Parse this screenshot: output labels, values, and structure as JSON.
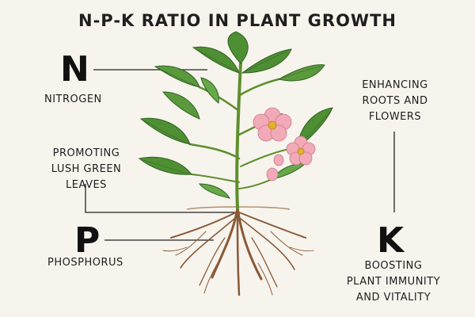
{
  "title": "N-P-K RATIO IN PLANT GROWTH",
  "nutrients": {
    "n": {
      "letter": "N",
      "name": "NITROGEN",
      "description": "PROMOTING\nLUSH GREEN\nLEAVES"
    },
    "p": {
      "letter": "P",
      "name": "PHOSPHORUS",
      "description": "ENHANCING\nROOTS AND\nFLOWERS"
    },
    "k": {
      "letter": "K",
      "description": "BOOSTING\nPLANT IMMUNITY\nAND VITALITY"
    }
  },
  "colors": {
    "background": "#f7f4ee",
    "leaf": "#4f8f34",
    "leaf_dark": "#2f6320",
    "stem": "#5d8f2c",
    "flower": "#f2a9b8",
    "flower_center": "#e3b02f",
    "root": "#8a5a36",
    "line": "#222222"
  },
  "illustration": "plant-with-flowers-and-roots"
}
